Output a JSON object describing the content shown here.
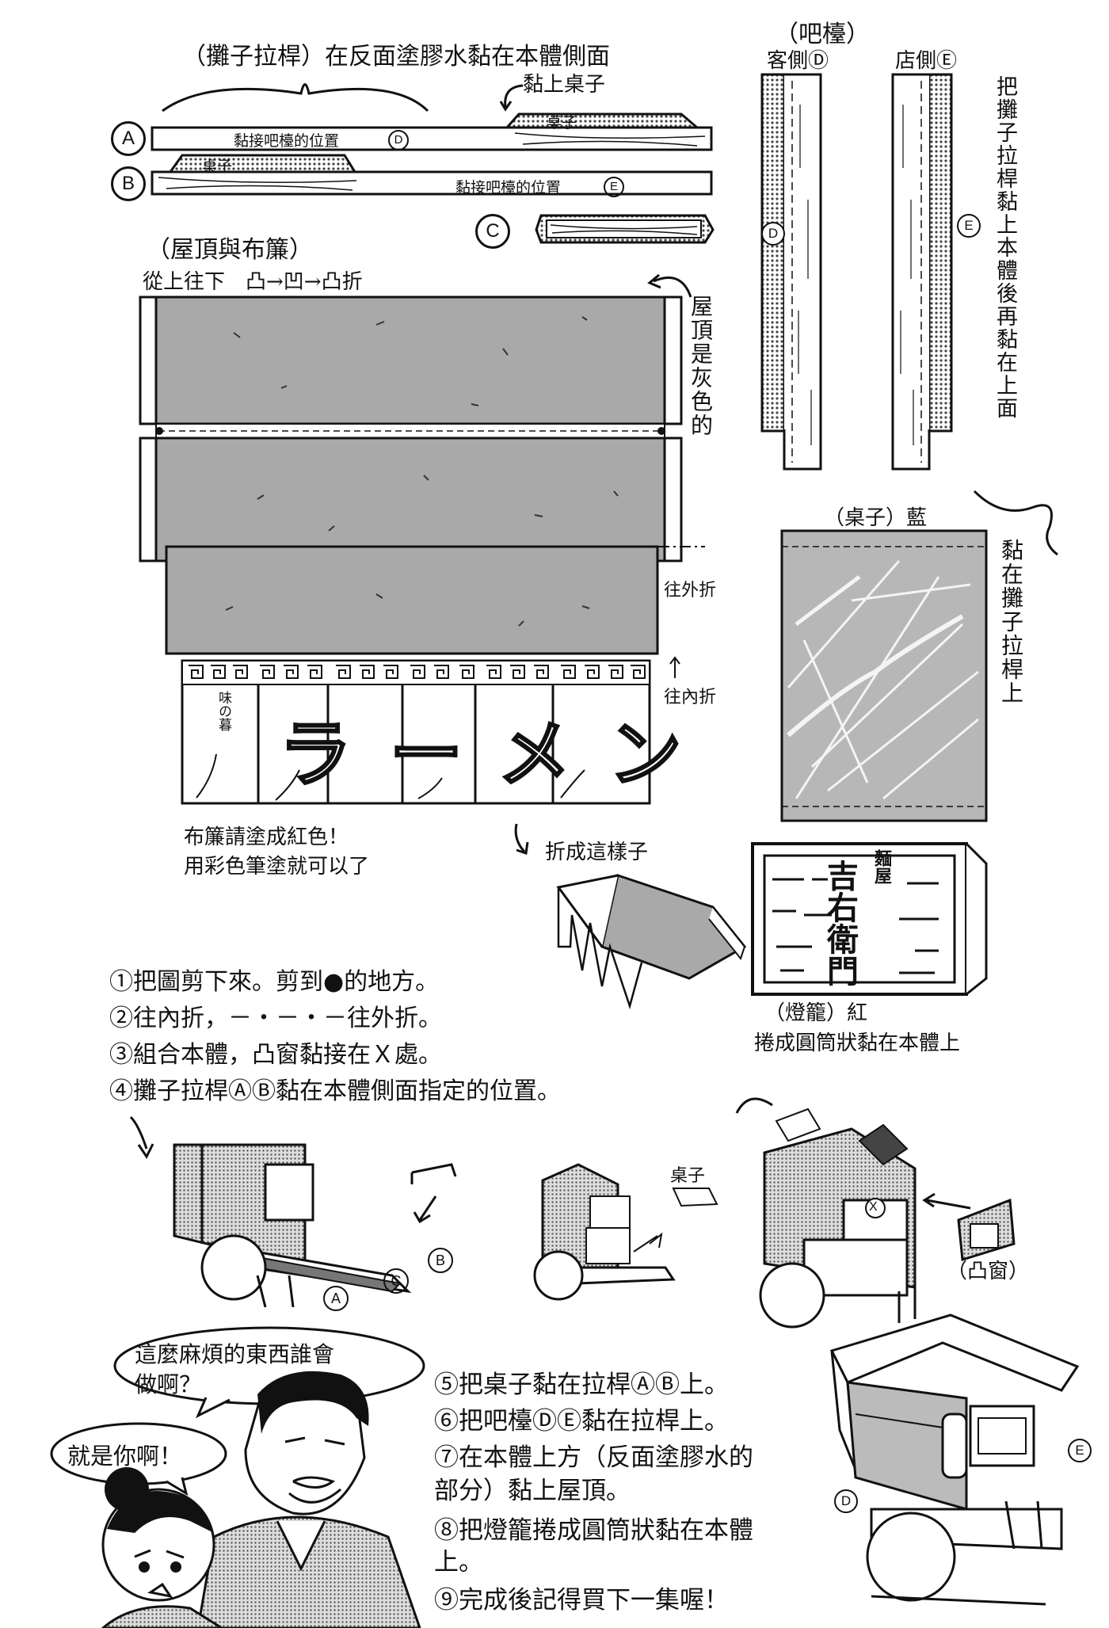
{
  "colors": {
    "ink": "#111111",
    "roof_gray": "#a9a9a9",
    "paper": "#ffffff",
    "dot": "#555555"
  },
  "stick_section": {
    "title": "（攤子拉桿）在反面塗膠水黏在本體側面",
    "attach_table": "黏上桌子",
    "label_a": "A",
    "label_b": "B",
    "label_c": "C",
    "bar_a_text": "黏接吧檯的位置",
    "bar_a_mark": "D",
    "bar_b_text": "黏接吧檯的位置",
    "bar_b_mark": "E",
    "table_tab": "桌子"
  },
  "bar_section": {
    "title": "（吧檯）",
    "guest_side": "客側Ⓓ",
    "shop_side": "店側Ⓔ",
    "mark_d": "D",
    "mark_e": "E",
    "note": "把攤子拉桿黏上本體後再黏在上面"
  },
  "roof_section": {
    "title": "（屋頂與布簾）",
    "fold_order": "從上往下　凸→凹→凸折",
    "roof_note": "屋頂是灰色的",
    "fold_out": "往外折",
    "fold_in": "往內折",
    "curtain_text": "ラーメン",
    "curtain_small": "味の暮",
    "paint_note_1": "布簾請塗成紅色！",
    "paint_note_2": "用彩色筆塗就可以了",
    "fold_like_this": "折成這樣子"
  },
  "table_section": {
    "title": "（桌子）藍",
    "note": "黏在攤子拉桿上"
  },
  "lantern_section": {
    "title_small": "麵屋",
    "title_big": "吉右衛門",
    "caption": "（燈籠）紅",
    "note": "捲成圓筒狀黏在本體上"
  },
  "steps_top": [
    "①把圖剪下來。剪到●的地方。",
    "②往內折，－・－・－往外折。",
    "③組合本體，凸窗黏接在Ｘ處。",
    "④攤子拉桿ⒶⒷ黏在本體側面指定的位置。"
  ],
  "assembly_labels": {
    "a": "A",
    "b": "B",
    "c": "C",
    "table": "桌子",
    "x": "X",
    "bay_window": "（凸窗）",
    "d": "D",
    "e": "E"
  },
  "steps_bottom": [
    "⑤把桌子黏在拉桿ⒶⒷ上。",
    "⑥把吧檯ⒹⒺ黏在拉桿上。",
    "⑦在本體上方（反面塗膠水的",
    "部分）黏上屋頂。",
    "⑧把燈籠捲成圓筒狀黏在本體",
    "上。",
    "⑨完成後記得買下一集喔！"
  ],
  "speech": {
    "bubble_1_line_1": "這麼麻煩的東西誰會",
    "bubble_1_line_2": "做啊？",
    "bubble_2": "就是你啊！"
  }
}
